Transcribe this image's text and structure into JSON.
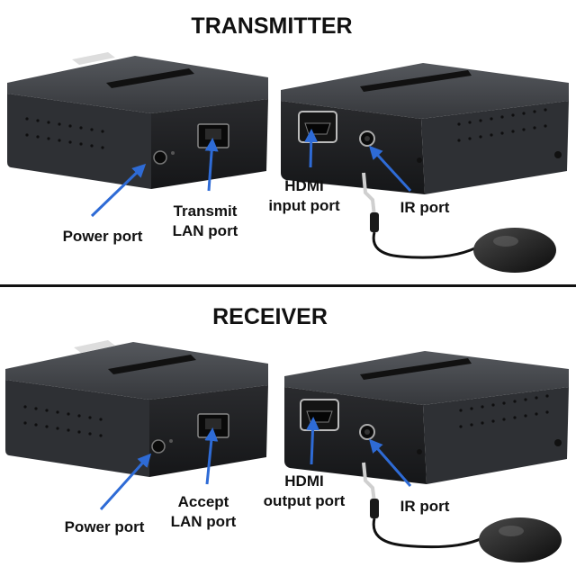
{
  "sections": {
    "transmitter": {
      "title": "TRANSMITTER",
      "labels": {
        "power": "Power port",
        "lan_line1": "Transmit",
        "lan_line2": "LAN port",
        "hdmi_line1": "HDMI",
        "hdmi_line2": "input port",
        "ir": "IR port"
      }
    },
    "receiver": {
      "title": "RECEIVER",
      "labels": {
        "power": "Power port",
        "lan_line1": "Accept",
        "lan_line2": "LAN port",
        "hdmi_line1": "HDMI",
        "hdmi_line2": "output port",
        "ir": "IR port"
      }
    }
  },
  "colors": {
    "arrow": "#2e6bd6",
    "device_body": "#3a3c40",
    "device_face": "#1e1f22",
    "divider": "#111111"
  },
  "icons": [
    "hdmi-port-icon",
    "lan-port-icon",
    "ir-jack-icon",
    "dc-power-jack-icon",
    "ir-receiver-sensor-icon"
  ]
}
